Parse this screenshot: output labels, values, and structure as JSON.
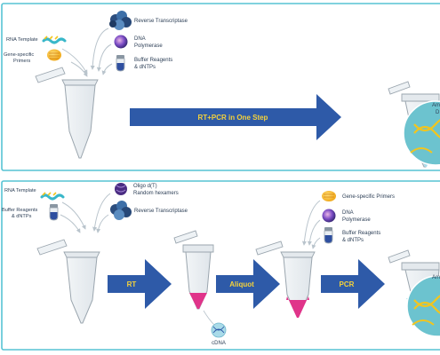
{
  "panel_one_step": {
    "reagents": {
      "rna_template": "RNA Template",
      "primers": "Gene-specific\nPrimers",
      "reverse_transcriptase": "Reverse Transcriptase",
      "dna_polymerase": "DNA\nPolymerase",
      "buffer": "Buffer Reagents\n& dNTPs"
    },
    "arrow": "RT+PCR in One Step",
    "result_partial": "Am\nD"
  },
  "panel_two_step": {
    "reagents": {
      "rna_template": "RNA Template",
      "buffer": "Buffer Reagents\n& dNTPs",
      "oligo": "Oligo d(T)\nRandom hexamers",
      "reverse_transcriptase": "Reverse Transcriptase",
      "gene_primers": "Gene-specific Primers",
      "dna_polymerase": "DNA\nPolymerase",
      "buffer_2": "Buffer Reagents\n& dNTPs"
    },
    "arrows": {
      "rt": "RT",
      "aliquot": "Aliquot",
      "pcr": "PCR"
    },
    "cdna": "cDNA",
    "result_partial": "Am"
  },
  "colors": {
    "frame": "#56c3d3",
    "arrow": "#2e5aa8",
    "arrow_text": "#f5d23a",
    "label": "#2f4158",
    "tube_outline": "#9aa5ae",
    "pink_liquid": "#e0348a",
    "blue_liquid": "#a9dbe9",
    "yellow_dna": "#f2c51e"
  }
}
